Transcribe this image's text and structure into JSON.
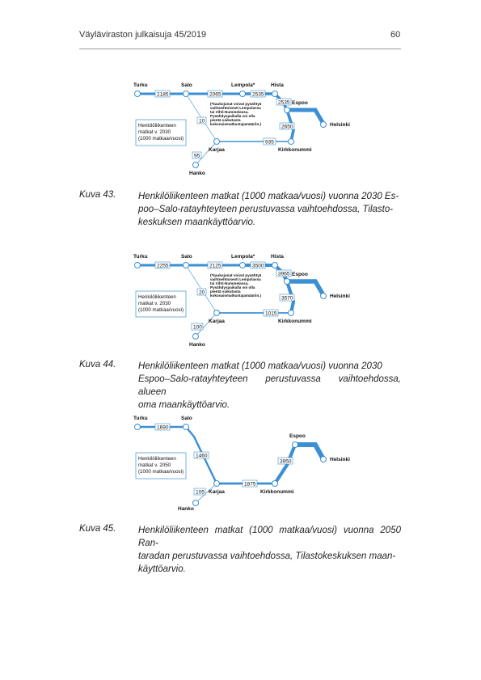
{
  "header": {
    "publication": "Väyläviraston julkaisuja 45/2019",
    "page_number": "60"
  },
  "colors": {
    "line": "#3b8fd4",
    "node_fill": "#ffffff",
    "box_border": "#3b8fd4",
    "text": "#222222"
  },
  "figures": [
    {
      "stations": {
        "turku": "Turku",
        "salo": "Salo",
        "lempola": "Lempola*",
        "hista": "Hista",
        "espoo": "Espoo",
        "helsinki": "Helsinki",
        "karjaa": "Karjaa",
        "kirkkonummi": "Kirkkonummi",
        "hanko": "Hanko"
      },
      "values": {
        "turku_salo": "2185",
        "salo_lempola": "2065",
        "lempola_hista": "2535",
        "hista_espoo": "2535",
        "salo_karjaa": "10",
        "karjaa_kirkkonummi": "935",
        "kirkkonummi_espoo": "2650",
        "hanko_karjaa": "95"
      },
      "note": [
        "(*kaukojunat voivat pysähtyä",
        "vaihtoehtoisesti Lempolassa",
        "tai Vihti-Nummelassa.",
        "Pysähdyspaikalla voi olla",
        "pientä vaikutusta",
        "kokonaismatkustajamääriin.)"
      ],
      "legend": [
        "Henkilöliikenteen",
        "matkat v. 2030",
        "(1000 matkaa/vuosi)"
      ],
      "caption_num": "Kuva 43.",
      "caption_lines": [
        "Henkilöliikenteen matkat (1000 matkaa/vuosi) vuonna 2030 Es-",
        "poo–Salo-ratayhteyteen perustuvassa vaihtoehdossa, Tilasto-",
        "keskuksen maankäyttöarvio."
      ]
    },
    {
      "stations": {
        "turku": "Turku",
        "salo": "Salo",
        "lempola": "Lempola*",
        "hista": "Hista",
        "espoo": "Espoo",
        "helsinki": "Helsinki",
        "karjaa": "Karjaa",
        "kirkkonummi": "Kirkkonummi",
        "hanko": "Hanko"
      },
      "values": {
        "turku_salo": "2255",
        "salo_lempola": "2125",
        "lempola_hista": "3500",
        "hista_espoo": "3965",
        "salo_karjaa": "20",
        "karjaa_kirkkonummi": "1015",
        "kirkkonummi_espoo": "3570",
        "hanko_karjaa": "100"
      },
      "note": [
        "(*kaukojunat voivat pysähtyä",
        "vaihtoehtoisesti Lempolassa",
        "tai Vihti-Nummelassa.",
        "Pysähdyspaikalla voi olla",
        "pientä vaikutusta",
        "kokonaismatkustajamääriin.)"
      ],
      "legend": [
        "Henkilöliikenteen",
        "matkat v. 2030",
        "(1000 matkaa/vuosi)"
      ],
      "caption_num": "Kuva 44.",
      "caption_lines": [
        "Henkilöliikenteen matkat (1000 matkaa/vuosi) vuonna 2030",
        "Espoo–Salo-ratayhteyteen perustuvassa vaihtoehdossa, alueen",
        "oma maankäyttöarvio."
      ]
    },
    {
      "stations": {
        "turku": "Turku",
        "salo": "Salo",
        "espoo": "Espoo",
        "helsinki": "Helsinki",
        "karjaa": "Karjaa",
        "kirkkonummi": "Kirkkonummi",
        "hanko": "Hanko"
      },
      "values": {
        "turku_salo": "1690",
        "salo_karjaa": "1460",
        "karjaa_kirkkonummi": "1875",
        "kirkkonummi_espoo": "3950",
        "hanko_karjaa": "105"
      },
      "legend": [
        "Henkilöliikenteen",
        "matkat v. 2050",
        "(1000 matkaa/vuosi)"
      ],
      "caption_num": "Kuva 45.",
      "caption_lines": [
        "Henkilöliikenteen matkat (1000 matkaa/vuosi) vuonna 2050 Ran-",
        "taradan perustuvassa vaihtoehdossa, Tilastokeskuksen maan-",
        "käyttöarvio."
      ]
    }
  ]
}
